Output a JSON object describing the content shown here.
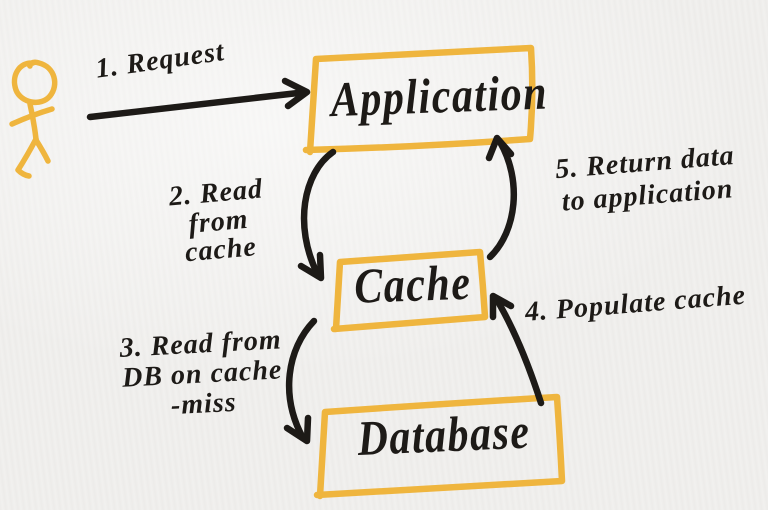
{
  "colors": {
    "background": "#f1f0ee",
    "accent_orange": "#efb53e",
    "ink_black": "#1d1a17"
  },
  "actor": {
    "icon": "stick-figure-user-icon"
  },
  "nodes": [
    {
      "id": "application",
      "label": "Application"
    },
    {
      "id": "cache",
      "label": "Cache"
    },
    {
      "id": "database",
      "label": "Database"
    }
  ],
  "edges": [
    {
      "id": "request",
      "from": "user",
      "to": "application",
      "label": "1. Request"
    },
    {
      "id": "read-from-cache",
      "from": "application",
      "to": "cache",
      "label": "2. Read\nfrom\ncache"
    },
    {
      "id": "read-from-db-on-cache-miss",
      "from": "cache",
      "to": "database",
      "label": "3. Read from\nDB on cache\n-miss"
    },
    {
      "id": "populate-cache",
      "from": "database",
      "to": "cache",
      "label": "4. Populate cache"
    },
    {
      "id": "return-data",
      "from": "cache",
      "to": "application",
      "label": "5. Return data\nto application"
    }
  ]
}
